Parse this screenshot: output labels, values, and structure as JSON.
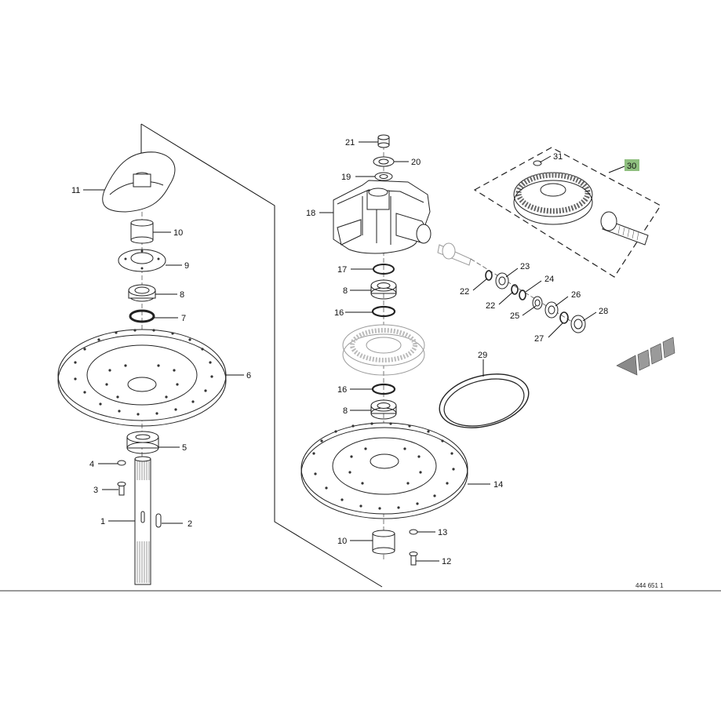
{
  "drawing_number": "444 651 1",
  "callouts": {
    "c1": "1",
    "c2": "2",
    "c3": "3",
    "c4": "4",
    "c5": "5",
    "c6": "6",
    "c7": "7",
    "c8a": "8",
    "c9": "9",
    "c10a": "10",
    "c11": "11",
    "c8b": "8",
    "c8c": "8",
    "c10b": "10",
    "c12": "12",
    "c13": "13",
    "c14": "14",
    "c16a": "16",
    "c16b": "16",
    "c17": "17",
    "c18": "18",
    "c19": "19",
    "c20": "20",
    "c21": "21",
    "c22a": "22",
    "c22b": "22",
    "c23": "23",
    "c24": "24",
    "c25": "25",
    "c26": "26",
    "c27": "27",
    "c28": "28",
    "c29": "29",
    "c30": "30",
    "c31": "31"
  },
  "highlight_color": "#8fbf7f"
}
